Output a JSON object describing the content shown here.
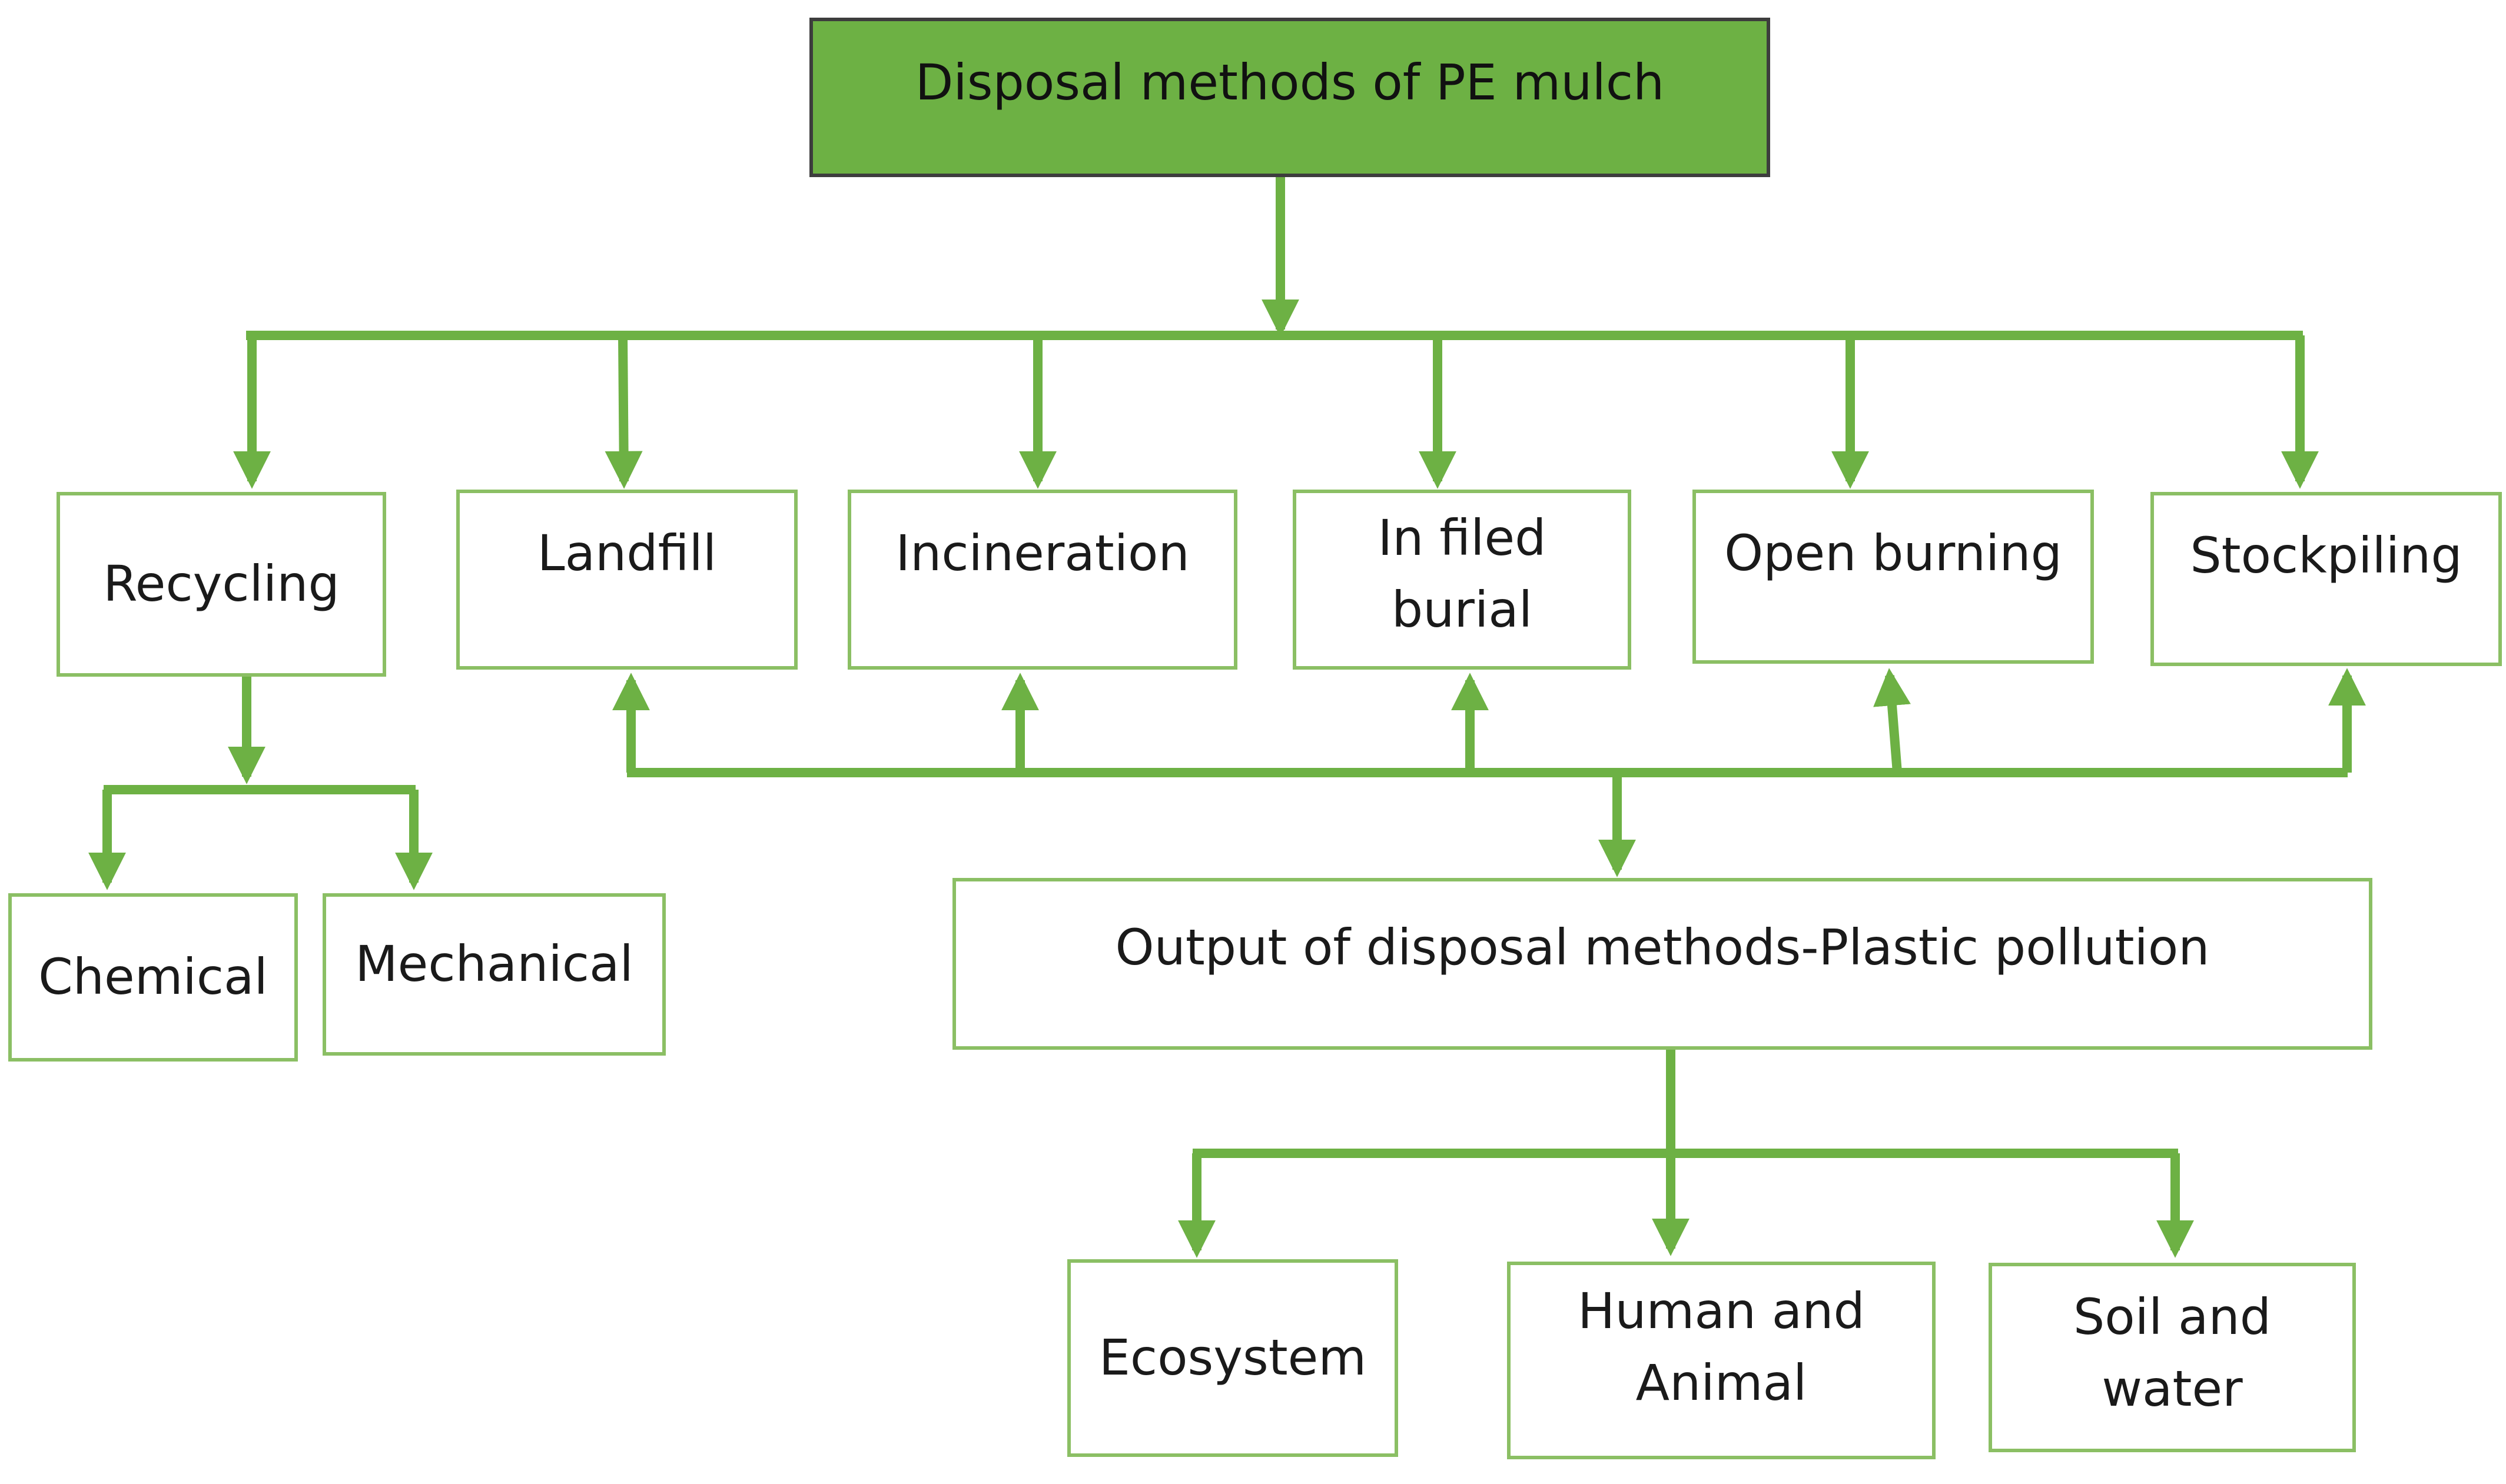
{
  "colors": {
    "accent": "#6db144",
    "connector": "#6db144",
    "box_border": "#8bbf64",
    "root_border": "#3d3d3d",
    "text": "#1a1a1a"
  },
  "root": {
    "label": "Disposal methods of PE mulch"
  },
  "methods": [
    {
      "id": "recycling",
      "label": "Recycling"
    },
    {
      "id": "landfill",
      "label": "Landfill"
    },
    {
      "id": "incineration",
      "label": "Incineration"
    },
    {
      "id": "in-filed-burial",
      "label": "In filed\nburial"
    },
    {
      "id": "open-burning",
      "label": "Open burning"
    },
    {
      "id": "stockpiling",
      "label": "Stockpiling"
    }
  ],
  "recycling_types": [
    {
      "id": "chemical",
      "label": "Chemical"
    },
    {
      "id": "mechanical",
      "label": "Mechanical"
    }
  ],
  "output": {
    "label": "Output of disposal methods-Plastic pollution"
  },
  "impacts": [
    {
      "id": "ecosystem",
      "label": "Ecosystem"
    },
    {
      "id": "human-and-animal",
      "label": "Human and\nAnimal"
    },
    {
      "id": "soil-and-water",
      "label": "Soil and\nwater"
    }
  ]
}
